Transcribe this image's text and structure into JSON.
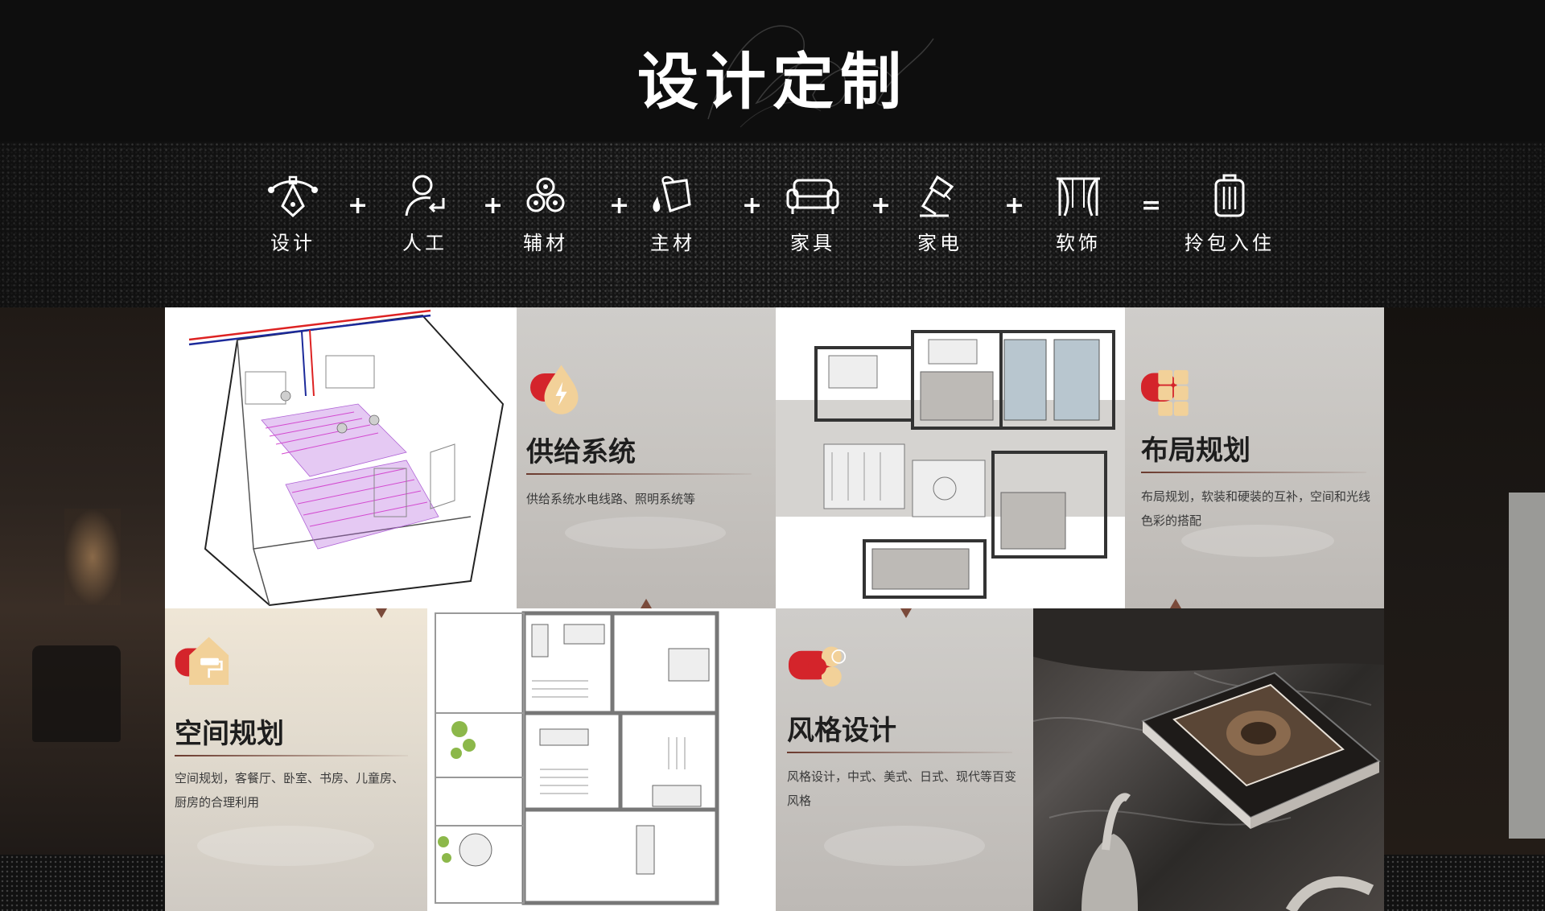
{
  "header": {
    "title": "设计定制"
  },
  "formula": {
    "items": [
      {
        "label": "设计",
        "icon": "pen-nib-icon"
      },
      {
        "label": "人工",
        "icon": "worker-icon"
      },
      {
        "label": "辅材",
        "icon": "materials-icon"
      },
      {
        "label": "主材",
        "icon": "paint-bucket-icon"
      },
      {
        "label": "家具",
        "icon": "sofa-icon"
      },
      {
        "label": "家电",
        "icon": "lamp-icon"
      },
      {
        "label": "软饰",
        "icon": "curtain-icon"
      },
      {
        "label": "拎包入住",
        "icon": "suitcase-icon"
      }
    ],
    "plus": "+",
    "equals": "="
  },
  "cards": {
    "supply": {
      "title": "供给系统",
      "desc": "供给系统水电线路、照明系统等",
      "icon": "water-drop-lightning-icon"
    },
    "layout": {
      "title": "布局规划",
      "desc_line1": "布局规划，软装和硬装的互补，空间和光线",
      "desc_line2": "色彩的搭配",
      "icon": "grid-squares-icon"
    },
    "space": {
      "title": "空间规划",
      "desc_line1": "空间规划，客餐厅、卧室、书房、儿童房、",
      "desc_line2": "厨房的合理利用",
      "icon": "house-paint-roller-icon"
    },
    "style": {
      "title": "风格设计",
      "desc_line1": "风格设计，中式、美式、日式、现代等百变",
      "desc_line2": "风格",
      "icon": "palette-circles-icon"
    }
  },
  "colors": {
    "accent_red": "#d4242b",
    "accent_gold": "#f2d199",
    "divider_brown": "#6b3a2e"
  }
}
